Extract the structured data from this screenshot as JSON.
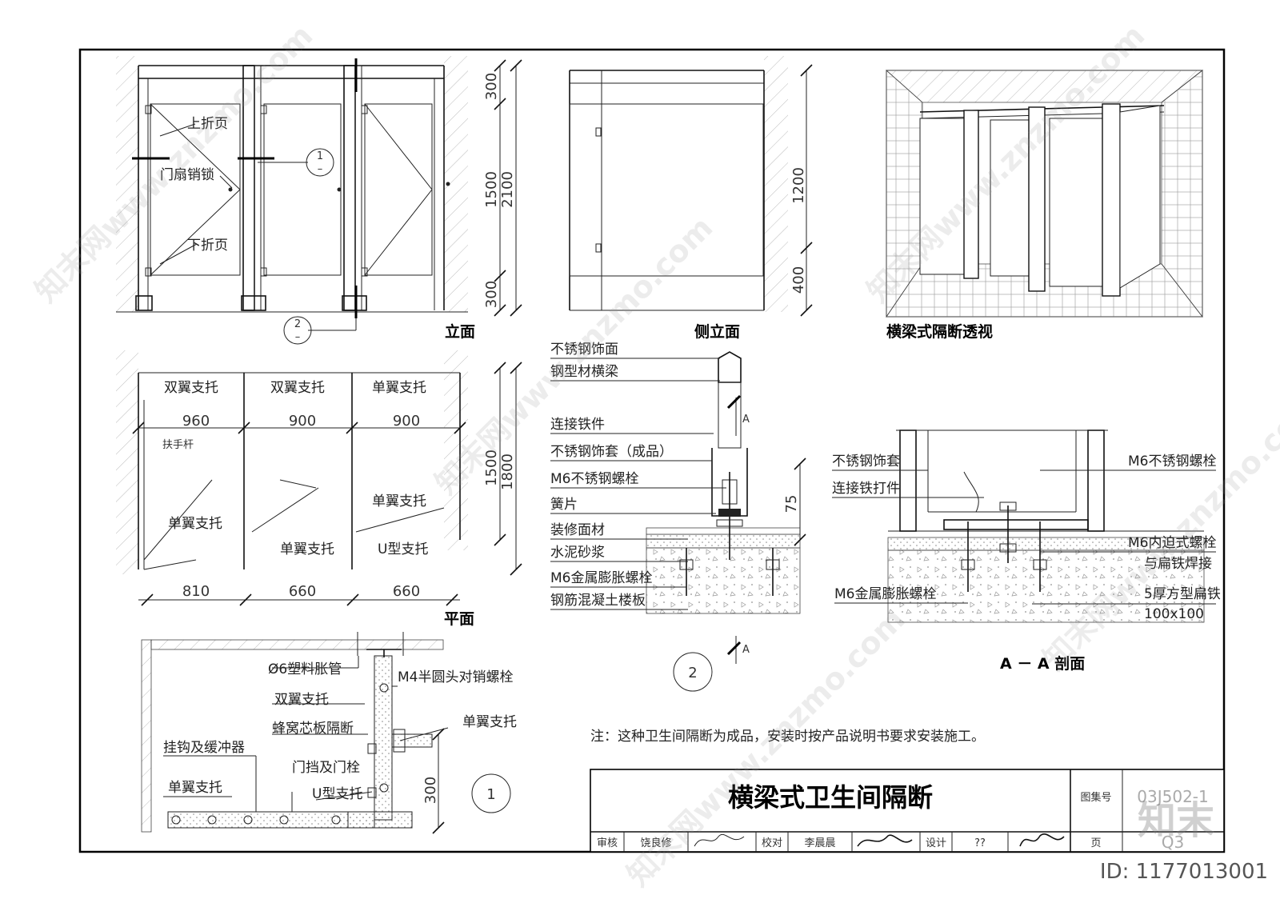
{
  "drawing": {
    "views": {
      "elevation": "立面",
      "side_elevation": "侧立面",
      "perspective": "横梁式隔断透视",
      "plan": "平面",
      "section_aa": "A － A 剖面"
    },
    "elevation_labels": {
      "upper_hinge": "上折页",
      "door_latch": "门扇销锁",
      "lower_hinge": "下折页"
    },
    "elevation_dims": {
      "top": "300",
      "middle": "1500",
      "total": "2100",
      "bottom": "300"
    },
    "side_dims": {
      "upper": "1200",
      "lower": "400"
    },
    "detail_markers": {
      "m1": "1",
      "m2": "2",
      "dash": "–",
      "section_a": "A"
    },
    "plan_labels": {
      "double_wing_1": "双翼支托",
      "double_wing_2": "双翼支托",
      "single_wing_top": "单翼支托",
      "handrail": "扶手杆",
      "single_wing_left": "单翼支托",
      "single_wing_mid": "单翼支托",
      "single_wing_right": "单翼支托",
      "u_bracket": "U型支托"
    },
    "plan_dims": {
      "w1": "960",
      "w2": "900",
      "w3": "900",
      "d1": "810",
      "d2": "660",
      "d3": "660",
      "h1": "1500",
      "h2": "1800"
    },
    "section2_labels": [
      "不锈钢饰面",
      "钢型材横梁",
      "连接铁件",
      "不锈钢饰套（成品）",
      "M6不锈钢螺栓",
      "簧片",
      "装修面材",
      "水泥砂浆",
      "M6金属膨胀螺栓",
      "钢筋混凝土楼板"
    ],
    "section2_dim": "75",
    "aa_labels_left": {
      "sleeve": "不锈钢饰套",
      "connector": "连接铁打件",
      "anchor": "M6金属膨胀螺栓"
    },
    "aa_labels_right": {
      "bolt": "M6不锈钢螺栓",
      "inner_bolt": "M6内迫式螺栓",
      "weld": "与扁铁焊接",
      "plate": "5厚方型扁铁",
      "plate_size": "100x100"
    },
    "detail1_labels": {
      "plastic_anchor": "Ø6塑料胀管",
      "m4_bolt": "M4半圆头对销螺栓",
      "double_wing": "双翼支托",
      "honeycomb": "蜂窝芯板隔断",
      "single_wing": "单翼支托",
      "hook": "挂钩及缓冲器",
      "door_stop": "门挡及门栓",
      "single_wing_2": "单翼支托",
      "u_bracket": "U型支托"
    },
    "detail1_dim": "300",
    "note": "注：这种卫生间隔断为成品，安装时按产品说明书要求安装施工。"
  },
  "title_block": {
    "title": "横梁式卫生间隔断",
    "atlas_label": "图集号",
    "atlas_no": "03J502-1",
    "reviewer_label": "审核",
    "reviewer": "饶良修",
    "checker_label": "校对",
    "checker": "李晨晨",
    "designer_label": "设计",
    "designer": "??",
    "page_label": "页",
    "page_no": "Q3"
  },
  "watermark": {
    "text": "知末网www.znzmo.com",
    "logo": "知末",
    "id": "ID: 1177013001"
  }
}
